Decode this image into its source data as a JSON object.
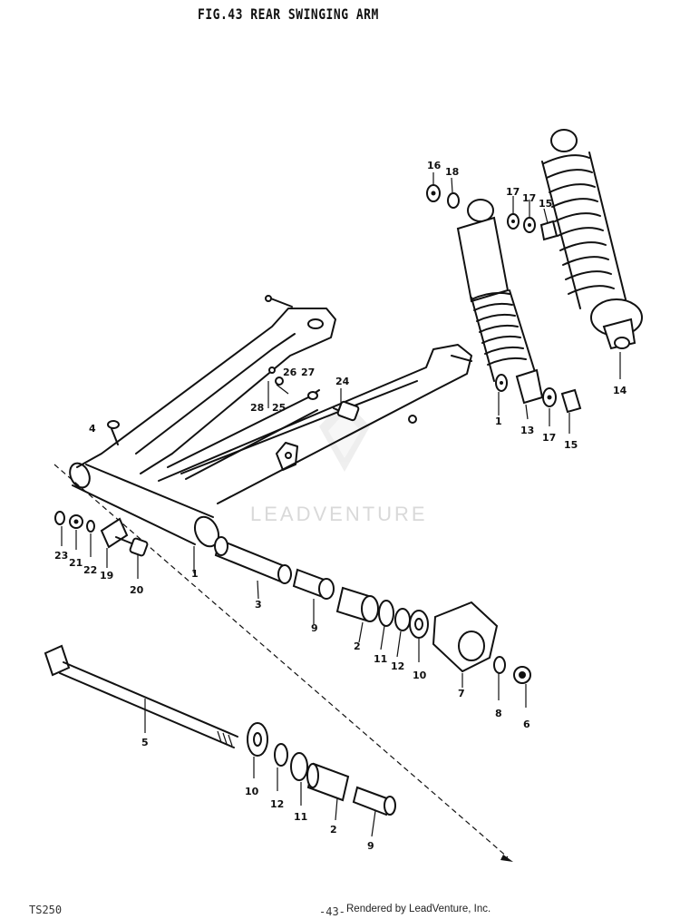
{
  "title": "FIG.43  REAR SWINGING ARM",
  "footer": {
    "model": "TS250",
    "page": "-43-",
    "credit": "Rendered by LeadVenture, Inc."
  },
  "watermark": "LEADVENTURE",
  "callouts": [
    {
      "id": "c16a",
      "label": "16"
    },
    {
      "id": "c18",
      "label": "18"
    },
    {
      "id": "c17a",
      "label": "17"
    },
    {
      "id": "c17b",
      "label": "17"
    },
    {
      "id": "c15a",
      "label": "15"
    },
    {
      "id": "c26",
      "label": "26"
    },
    {
      "id": "c27",
      "label": "27"
    },
    {
      "id": "c24",
      "label": "24"
    },
    {
      "id": "c28",
      "label": "28"
    },
    {
      "id": "c25",
      "label": "25"
    },
    {
      "id": "c4",
      "label": "4"
    },
    {
      "id": "c1a",
      "label": "1"
    },
    {
      "id": "c13",
      "label": "13"
    },
    {
      "id": "c17c",
      "label": "17"
    },
    {
      "id": "c15b",
      "label": "15"
    },
    {
      "id": "c14",
      "label": "14"
    },
    {
      "id": "c23",
      "label": "23"
    },
    {
      "id": "c21",
      "label": "21"
    },
    {
      "id": "c22",
      "label": "22"
    },
    {
      "id": "c19",
      "label": "19"
    },
    {
      "id": "c20",
      "label": "20"
    },
    {
      "id": "c1b",
      "label": "1"
    },
    {
      "id": "c3",
      "label": "3"
    },
    {
      "id": "c9a",
      "label": "9"
    },
    {
      "id": "c2a",
      "label": "2"
    },
    {
      "id": "c11a",
      "label": "11"
    },
    {
      "id": "c12a",
      "label": "12"
    },
    {
      "id": "c10a",
      "label": "10"
    },
    {
      "id": "c7",
      "label": "7"
    },
    {
      "id": "c8",
      "label": "8"
    },
    {
      "id": "c6",
      "label": "6"
    },
    {
      "id": "c5",
      "label": "5"
    },
    {
      "id": "c10b",
      "label": "10"
    },
    {
      "id": "c12b",
      "label": "12"
    },
    {
      "id": "c11b",
      "label": "11"
    },
    {
      "id": "c2b",
      "label": "2"
    },
    {
      "id": "c9b",
      "label": "9"
    }
  ]
}
